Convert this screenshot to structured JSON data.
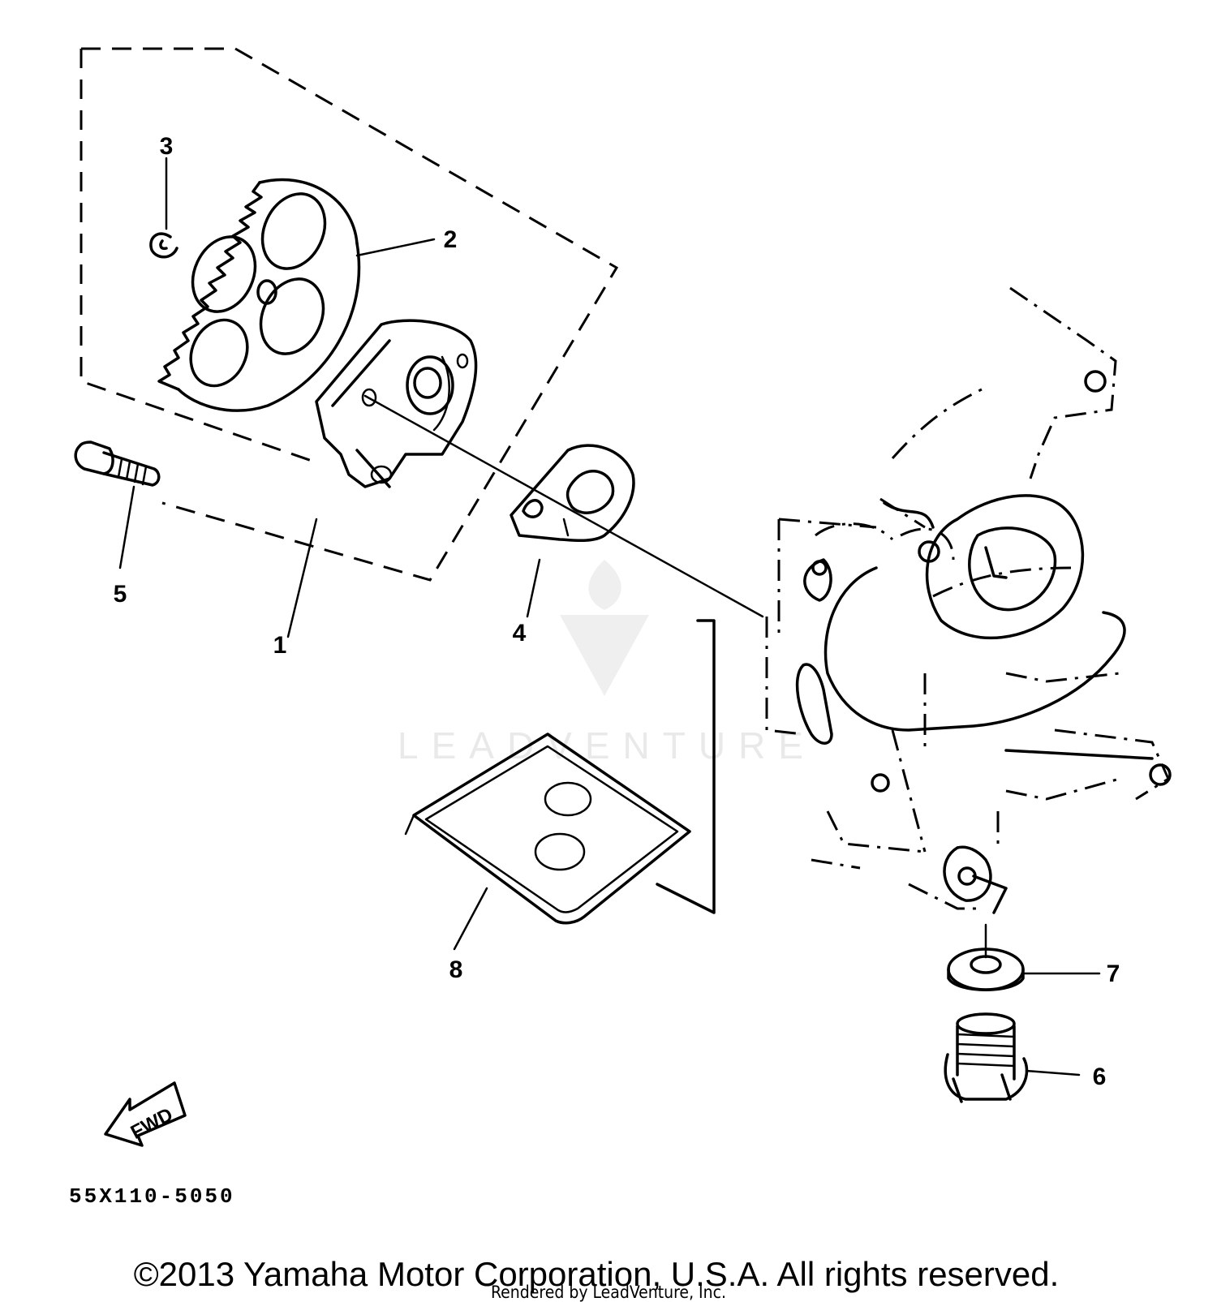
{
  "callouts": {
    "c1": "1",
    "c2": "2",
    "c3": "3",
    "c4": "4",
    "c5": "5",
    "c6": "6",
    "c7": "7",
    "c8": "8"
  },
  "fwd_label": "FWD",
  "diagram_code": "55X110-5050",
  "copyright": "©2013 Yamaha Motor Corporation, U.S.A. All rights reserved.",
  "rendered_by": "Rendered by LeadVenture, Inc.",
  "watermark": "LEADVENTURE"
}
